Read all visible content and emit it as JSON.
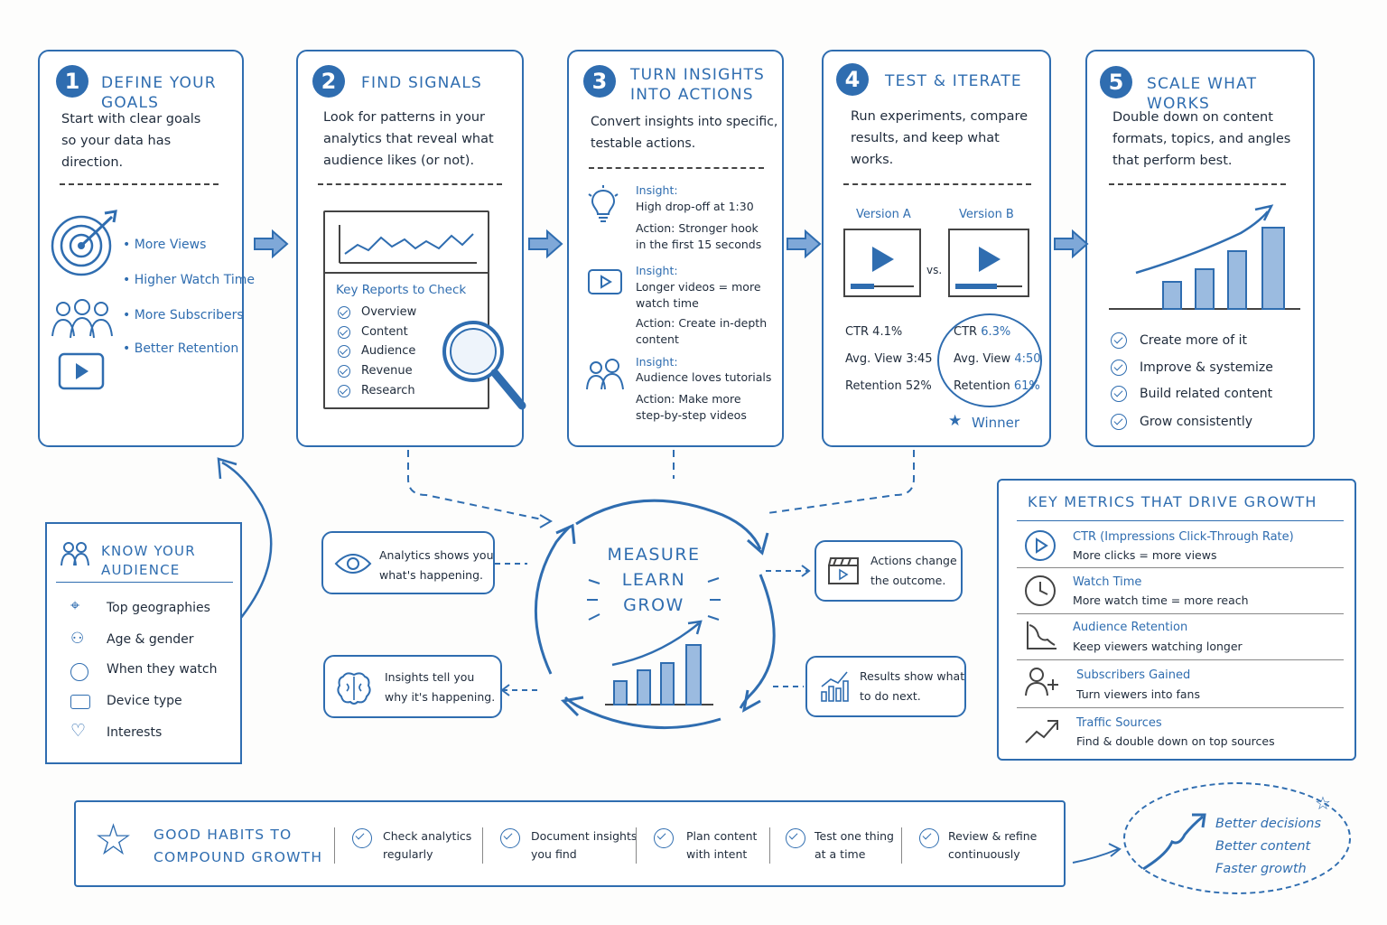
{
  "steps": [
    {
      "num": "1",
      "title": "Define Your Goals",
      "desc": [
        "Start with clear goals",
        "so your data has",
        "direction."
      ],
      "bullets": [
        "• More Views",
        "• Higher Watch Time",
        "• More Subscribers",
        "• Better Retention"
      ]
    },
    {
      "num": "2",
      "title": "Find Signals",
      "desc": [
        "Look for patterns in your",
        "analytics that reveal what",
        "audience likes (or not)."
      ],
      "reports_title": "Key Reports to Check",
      "reports": [
        "Overview",
        "Content",
        "Audience",
        "Revenue",
        "Research"
      ]
    },
    {
      "num": "3",
      "title": [
        "Turn Insights",
        "Into Actions"
      ],
      "desc": [
        "Convert insights into specific,",
        "testable actions."
      ],
      "items": [
        {
          "label": "Insight:",
          "insight": "High drop-off at 1:30",
          "action": [
            "Action: Stronger hook",
            "in the first 15 seconds"
          ]
        },
        {
          "label": "Insight:",
          "insight": [
            "Longer videos = more",
            "watch time"
          ],
          "action": [
            "Action: Create in-depth",
            "content"
          ]
        },
        {
          "label": "Insight:",
          "insight": "Audience loves tutorials",
          "action": [
            "Action: Make more",
            "step-by-step videos"
          ]
        }
      ]
    },
    {
      "num": "4",
      "title": "Test & Iterate",
      "desc": [
        "Run experiments, compare",
        "results, and keep what",
        "works."
      ],
      "version_a": "Version A",
      "version_b": "Version B",
      "vs": "vs.",
      "a_stats": [
        "CTR 4.1%",
        "Avg. View 3:45",
        "Retention 52%"
      ],
      "b_stats": [
        {
          "l": "CTR ",
          "v": "6.3%"
        },
        {
          "l": "Avg. View ",
          "v": "4:50"
        },
        {
          "l": "Retention ",
          "v": "61%"
        }
      ],
      "winner": "Winner"
    },
    {
      "num": "5",
      "title": "Scale What Works",
      "desc": [
        "Double down on content",
        "formats, topics, and angles",
        "that perform best."
      ],
      "checks": [
        "Create more of it",
        "Improve & systemize",
        "Build related content",
        "Grow consistently"
      ]
    }
  ],
  "audience": {
    "title": [
      "Know Your",
      "Audience"
    ],
    "items": [
      "Top geographies",
      "Age & gender",
      "When they watch",
      "Device type",
      "Interests"
    ]
  },
  "cycle": {
    "center": [
      "MEASURE",
      "LEARN",
      "GROW"
    ],
    "analytics": [
      "Analytics shows you",
      "what's happening."
    ],
    "insights": [
      "Insights tell you",
      "why it's happening."
    ],
    "actions": [
      "Actions change",
      "the outcome."
    ],
    "results": [
      "Results show what",
      "to do next."
    ]
  },
  "metrics": {
    "title": "Key Metrics That Drive Growth",
    "items": [
      {
        "name": "CTR (Impressions Click-Through Rate)",
        "desc": "More clicks = more views",
        "icon": "play-icon"
      },
      {
        "name": "Watch Time",
        "desc": "More watch time = more reach",
        "icon": "clock-icon"
      },
      {
        "name": "Audience Retention",
        "desc": "Keep viewers watching longer",
        "icon": "retention-chart-icon"
      },
      {
        "name": "Subscribers Gained",
        "desc": "Turn viewers into fans",
        "icon": "add-user-icon"
      },
      {
        "name": "Traffic Sources",
        "desc": "Find & double down on top sources",
        "icon": "trend-icon"
      }
    ]
  },
  "habits": {
    "title": [
      "Good Habits To",
      "Compound Growth"
    ],
    "items": [
      [
        "Check analytics",
        "regularly"
      ],
      [
        "Document insights",
        "you find"
      ],
      [
        "Plan content",
        "with intent"
      ],
      [
        "Test one thing",
        "at a time"
      ],
      [
        "Review & refine",
        "continuously"
      ]
    ]
  },
  "outcome": [
    "Better decisions",
    "Better content",
    "Faster growth"
  ],
  "colors": {
    "accent": "#2f6db0",
    "ink": "#1f2b3b"
  }
}
